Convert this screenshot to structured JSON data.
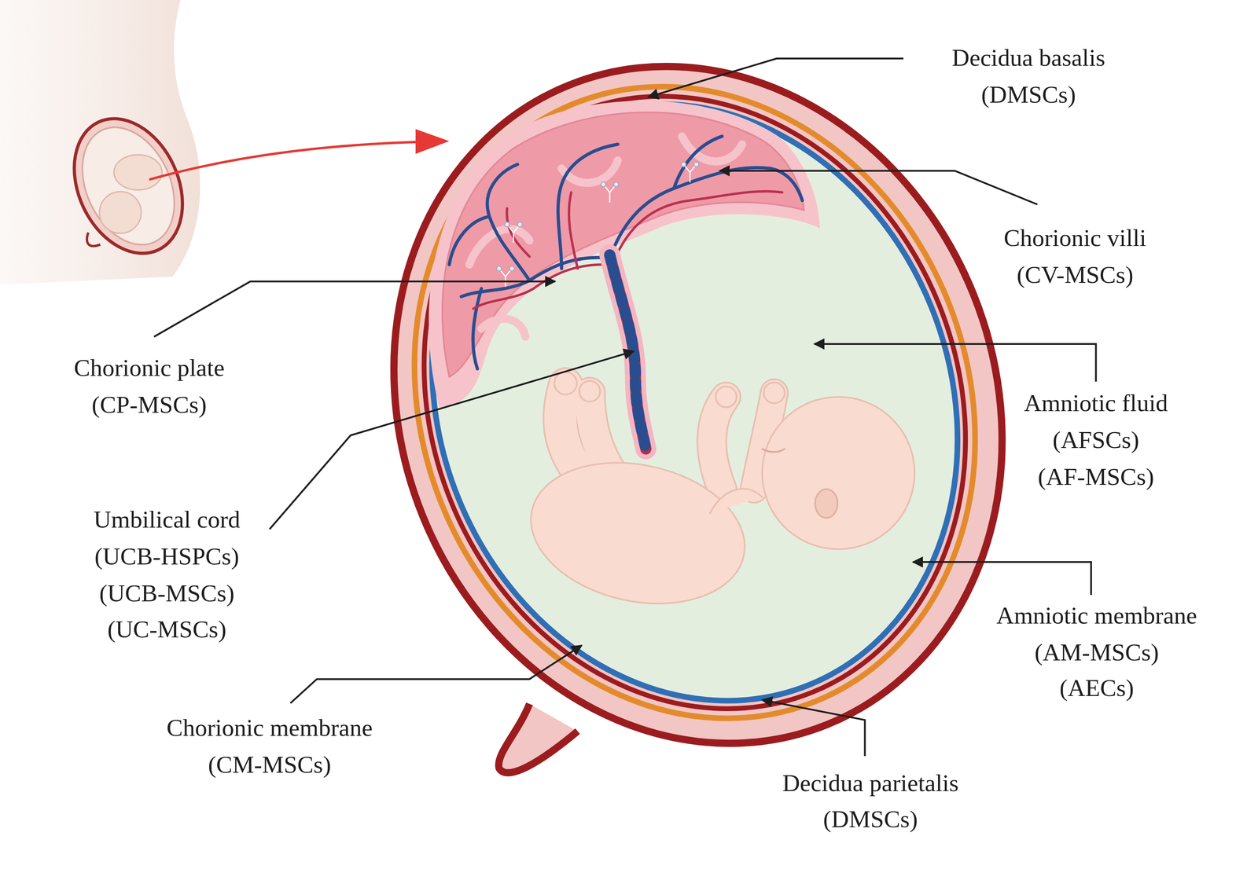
{
  "diagram": {
    "labels": [
      "Decidua basalis",
      "(DMSCs)",
      "Chorionic villi",
      "(CV-MSCs)",
      "Chorionic plate",
      "(CP-MSCs)",
      "Amniotic fluid",
      "(AFSCs)",
      "(AF-MSCs)",
      "Umbilical cord",
      "(UCB-HSPCs)",
      "(UCB-MSCs)",
      "(UC-MSCs)",
      "Amniotic membrane",
      "(AM-MSCs)",
      "(AECs)",
      "Chorionic membrane",
      "(CM-MSCs)",
      "Decidua parietalis",
      "(DMSCs)"
    ]
  }
}
